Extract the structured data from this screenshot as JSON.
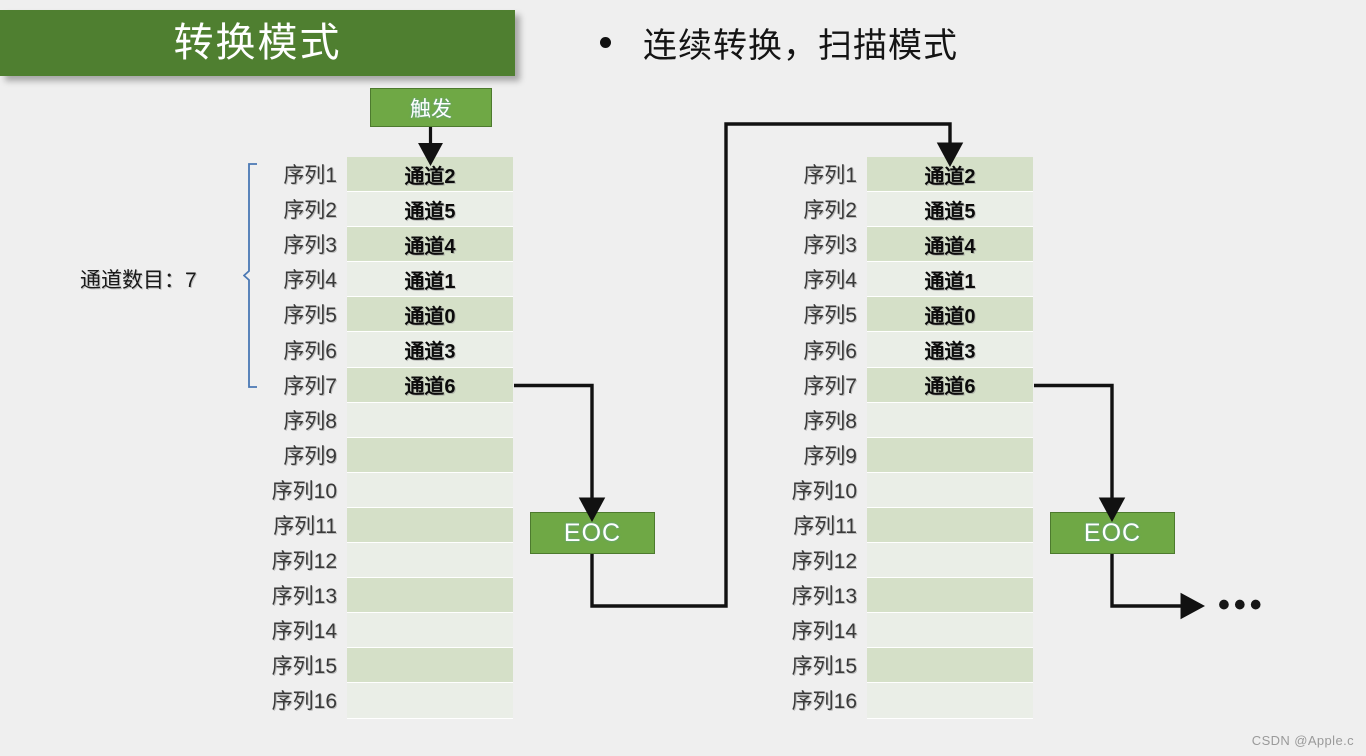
{
  "slide": {
    "background_color": "#efefef",
    "title": "转换模式",
    "title_banner_color": "#4f7f30",
    "bullet": {
      "marker": "bullet-dot",
      "text": "连续转换，扫描模式"
    }
  },
  "trigger": {
    "label": "触发",
    "color": "#6fa845"
  },
  "annotation": {
    "channel_count_label": "通道数目：7",
    "brace_color": "#4a78b4",
    "braced_rows": 7
  },
  "sequence_table": {
    "row_labels": [
      "序列1",
      "序列2",
      "序列3",
      "序列4",
      "序列5",
      "序列6",
      "序列7",
      "序列8",
      "序列9",
      "序列10",
      "序列11",
      "序列12",
      "序列13",
      "序列14",
      "序列15",
      "序列16"
    ],
    "channels": [
      "通道2",
      "通道5",
      "通道4",
      "通道1",
      "通道0",
      "通道3",
      "通道6",
      "",
      "",
      "",
      "",
      "",
      "",
      "",
      "",
      ""
    ],
    "row_colors": {
      "dark": "#d5e0c8",
      "light": "#eaeee7"
    }
  },
  "conversions": [
    {
      "name": "first-conversion",
      "eoc_label": "EOC"
    },
    {
      "name": "second-conversion",
      "eoc_label": "EOC"
    }
  ],
  "eoc": {
    "label": "EOC",
    "color": "#6fa845"
  },
  "continuation": {
    "ellipsis": "•••"
  },
  "watermark": {
    "text": "CSDN @Apple.c"
  }
}
